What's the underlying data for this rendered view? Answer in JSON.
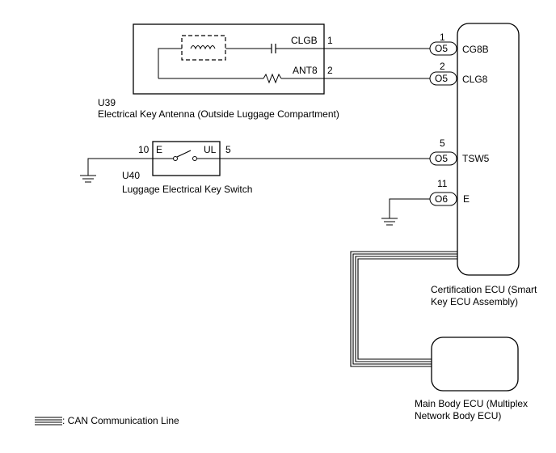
{
  "antenna": {
    "code": "U39",
    "name": "Electrical Key Antenna (Outside Luggage Compartment)",
    "pins": [
      {
        "number": "1",
        "signal": "CLGB"
      },
      {
        "number": "2",
        "signal": "ANT8"
      }
    ]
  },
  "switch": {
    "code": "U40",
    "name": "Luggage Electrical Key Switch",
    "left_pin": "10",
    "left_label": "E",
    "right_label": "UL",
    "right_pin": "5"
  },
  "ecu": {
    "name_line1": "Certification ECU (Smart",
    "name_line2": "Key ECU Assembly)",
    "terminals": [
      {
        "pin": "1",
        "connector": "O5",
        "label": "CG8B"
      },
      {
        "pin": "2",
        "connector": "O5",
        "label": "CLG8"
      },
      {
        "pin": "5",
        "connector": "O5",
        "label": "TSW5"
      },
      {
        "pin": "11",
        "connector": "O6",
        "label": "E"
      }
    ]
  },
  "main_body_ecu": {
    "name_line1": "Main Body ECU (Multiplex",
    "name_line2": "Network Body ECU)"
  },
  "legend": {
    "can_line": ": CAN Communication Line"
  }
}
